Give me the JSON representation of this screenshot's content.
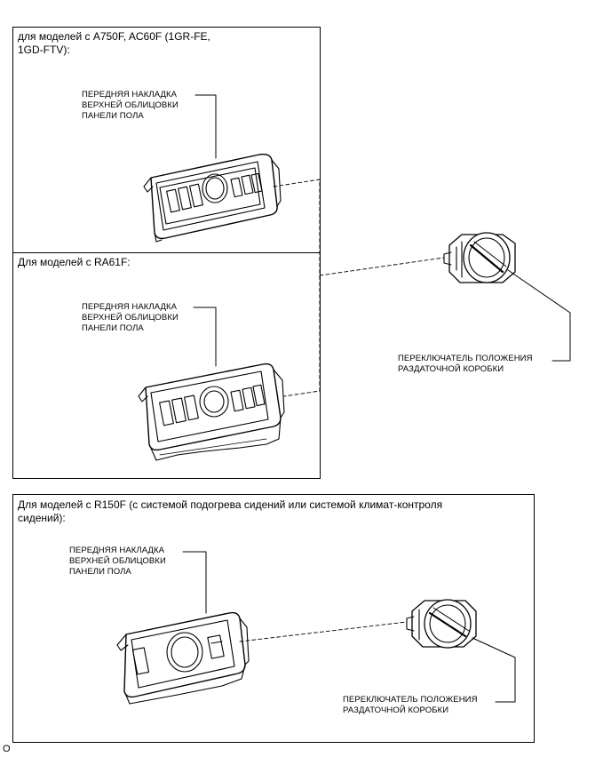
{
  "panel_a": {
    "caption": "для моделей с A750F, AC60F (1GR-FE,\n1GD-FTV):",
    "part_label": "ПЕРЕДНЯЯ НАКЛАДКА\nВЕРХНЕЙ ОБЛИЦОВКИ\nПАНЕЛИ ПОЛА"
  },
  "panel_b": {
    "caption": "Для моделей с RA61F:",
    "part_label": "ПЕРЕДНЯЯ НАКЛАДКА\nВЕРХНЕЙ ОБЛИЦОВКИ\nПАНЕЛИ ПОЛА"
  },
  "switch_top": {
    "label": "ПЕРЕКЛЮЧАТЕЛЬ ПОЛОЖЕНИЯ\nРАЗДАТОЧНОЙ КОРОБКИ"
  },
  "panel_c": {
    "caption": "Для моделей с R150F (с системой подогрева сидений или системой климат-контроля\nсидений):",
    "part_label": "ПЕРЕДНЯЯ НАКЛАДКА\nВЕРХНЕЙ ОБЛИЦОВКИ\nПАНЕЛИ ПОЛА",
    "switch_label": "ПЕРЕКЛЮЧАТЕЛЬ ПОЛОЖЕНИЯ\nРАЗДАТОЧНОЙ КОРОБКИ"
  },
  "figure_code": "O"
}
